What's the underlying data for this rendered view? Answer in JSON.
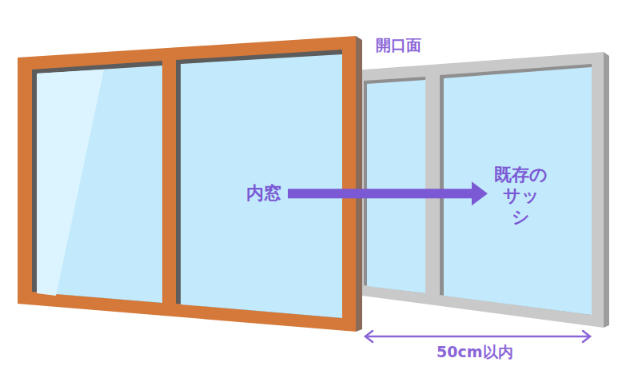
{
  "diagram": {
    "nodes": [
      {
        "text": [
          "内窓"
        ]
      },
      {
        "text": [
          "既存のサッシ"
        ]
      }
    ],
    "edges": [
      {
        "from": 0,
        "to": 1,
        "arrow": "to"
      }
    ],
    "labels": [
      "開口面",
      "50cm以内"
    ]
  }
}
